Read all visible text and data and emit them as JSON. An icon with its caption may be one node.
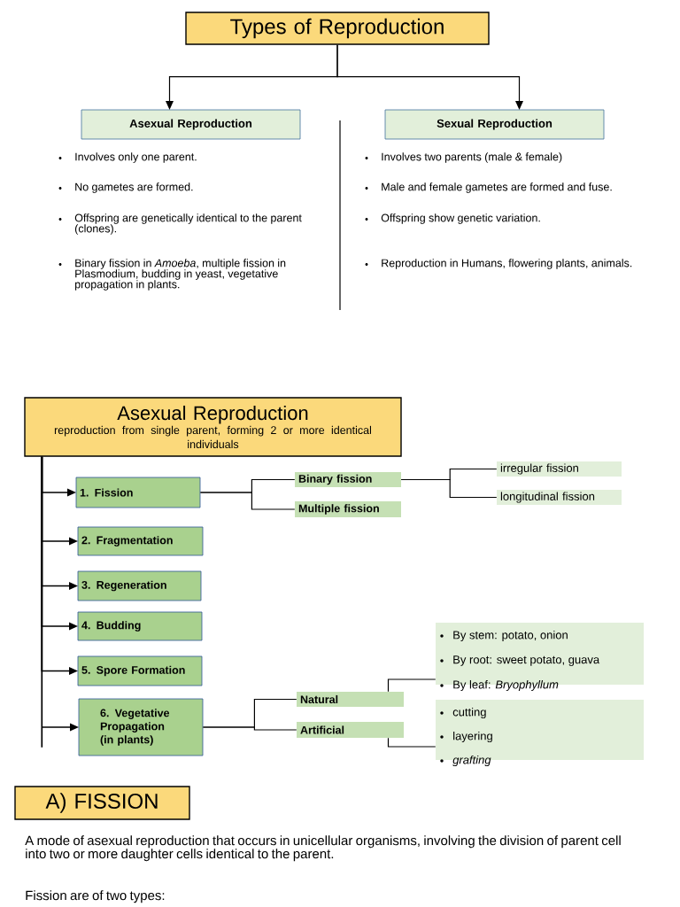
{
  "diagram": {
    "nodes": [
      {
        "text": [
          "Types of Reproduction"
        ]
      },
      {
        "text": [
          "Asexual Reproduction"
        ]
      },
      {
        "text": [
          "Sexual Reproduction"
        ]
      },
      {
        "text": [
          "Asexual Reproduction",
          "reproduction from single parent, forming 2 or more identical individuals"
        ]
      },
      {
        "text": [
          "1. Fission"
        ]
      },
      {
        "text": [
          "2. Fragmentation"
        ]
      },
      {
        "text": [
          "3. Regeneration"
        ]
      },
      {
        "text": [
          "4. Budding"
        ]
      },
      {
        "text": [
          "5. Spore Formation"
        ]
      },
      {
        "text": [
          "6. Vegetative Propagation (in plants)"
        ]
      },
      {
        "text": [
          "Binary fission"
        ]
      },
      {
        "text": [
          "Multiple fission"
        ]
      },
      {
        "text": [
          "irregular fission"
        ]
      },
      {
        "text": [
          "longitudinal fission"
        ]
      },
      {
        "text": [
          "Natural"
        ]
      },
      {
        "text": [
          "Artificial"
        ]
      },
      {
        "text": [
          "By stem: potato, onion",
          "By root: sweet potato, guava",
          "By leaf: *Bryophyllum*"
        ]
      },
      {
        "text": [
          "cutting",
          "layering",
          "*grafting*"
        ]
      },
      {
        "text": [
          "A) FISSION"
        ]
      }
    ],
    "edges": [
      {
        "from": 0,
        "to": 1,
        "arrow": "to"
      },
      {
        "from": 0,
        "to": 2,
        "arrow": "to"
      },
      {
        "from": 3,
        "to": 4,
        "arrow": "to"
      },
      {
        "from": 3,
        "to": 5,
        "arrow": "to"
      },
      {
        "from": 3,
        "to": 6,
        "arrow": "to"
      },
      {
        "from": 3,
        "to": 7,
        "arrow": "to"
      },
      {
        "from": 3,
        "to": 8,
        "arrow": "to"
      },
      {
        "from": 3,
        "to": 9,
        "arrow": "to"
      },
      {
        "from": 4,
        "to": 10,
        "arrow": "none"
      },
      {
        "from": 4,
        "to": 11,
        "arrow": "none"
      },
      {
        "from": 10,
        "to": 12,
        "arrow": "none"
      },
      {
        "from": 10,
        "to": 13,
        "arrow": "none"
      },
      {
        "from": 9,
        "to": 14,
        "arrow": "none"
      },
      {
        "from": 9,
        "to": 15,
        "arrow": "none"
      },
      {
        "from": 14,
        "to": 16,
        "arrow": "none"
      },
      {
        "from": 15,
        "to": 17,
        "arrow": "none"
      }
    ],
    "labels": [
      "Involves only one parent.",
      "No gametes are formed.",
      "Offspring are genetically identical to the parent (clones).",
      "Binary fission in *Amoeba*, multiple fission in Plasmodium, budding in yeast, vegetative propagation in plants.",
      "Involves two parents (male & female)",
      "Male and female gametes are formed and fuse.",
      "Offspring show genetic variation.",
      "Reproduction in Humans, flowering plants, animals.",
      "A mode of asexual reproduction that occurs in unicellular organisms, involving the division of parent cell into two or more daughter cells identical to the parent.",
      "Fission are of two types:"
    ]
  }
}
